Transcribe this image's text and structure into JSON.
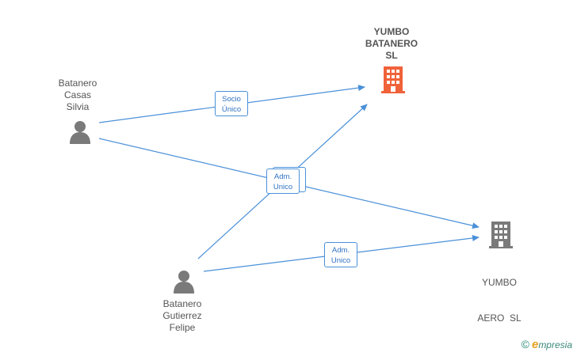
{
  "nodes": {
    "person_silvia": {
      "lines": [
        "Batanero",
        "Casas",
        "Silvia"
      ],
      "icon": "person-icon",
      "color": "#7a7a7a"
    },
    "person_felipe": {
      "lines": [
        "Batanero",
        "Gutierrez",
        "Felipe"
      ],
      "icon": "person-icon",
      "color": "#7a7a7a"
    },
    "company_batanero": {
      "lines": [
        "YUMBO",
        "BATANERO",
        "SL"
      ],
      "icon": "building-icon",
      "color": "#f0623a"
    },
    "company_aero": {
      "lines": [
        "YUMBO",
        "AERO  SL"
      ],
      "icon": "building-icon",
      "color": "#7a7a7a"
    }
  },
  "edges": {
    "socio": {
      "lines": [
        "Socio",
        "Único"
      ]
    },
    "adm_center": {
      "lines": [
        "Adm.",
        "Unico"
      ]
    },
    "adm_aero": {
      "lines": [
        "Adm.",
        "Unico"
      ]
    }
  },
  "edge_color": "#4a90d9",
  "brand": {
    "copyright": "©",
    "initial": "e",
    "rest": "mpresia"
  }
}
